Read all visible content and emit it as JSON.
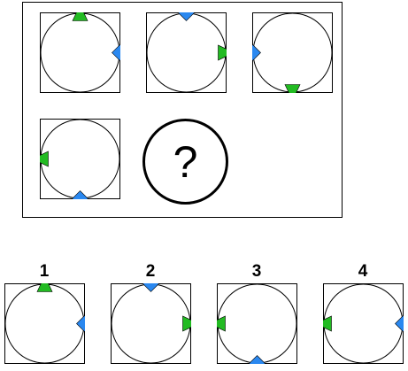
{
  "puzzle": {
    "missing_mark": "?",
    "sequence": [
      {
        "triangle": "top",
        "triangle_direction": "up",
        "diamond": "right"
      },
      {
        "triangle": "right",
        "triangle_direction": "right",
        "diamond": "top"
      },
      {
        "triangle": "bottom",
        "triangle_direction": "down",
        "diamond": "left"
      },
      {
        "triangle": "left",
        "triangle_direction": "left",
        "diamond": "bottom"
      }
    ]
  },
  "options": [
    {
      "label": "1",
      "triangle": "top",
      "triangle_direction": "up",
      "diamond": "right"
    },
    {
      "label": "2",
      "triangle": "right",
      "triangle_direction": "right",
      "diamond": "top"
    },
    {
      "label": "3",
      "triangle": "left",
      "triangle_direction": "left",
      "diamond": "bottom"
    },
    {
      "label": "4",
      "triangle": "left",
      "triangle_direction": "left",
      "diamond": "right"
    }
  ],
  "colors": {
    "triangle": "#22bb22",
    "diamond": "#2a88f0",
    "stroke": "#000000"
  }
}
